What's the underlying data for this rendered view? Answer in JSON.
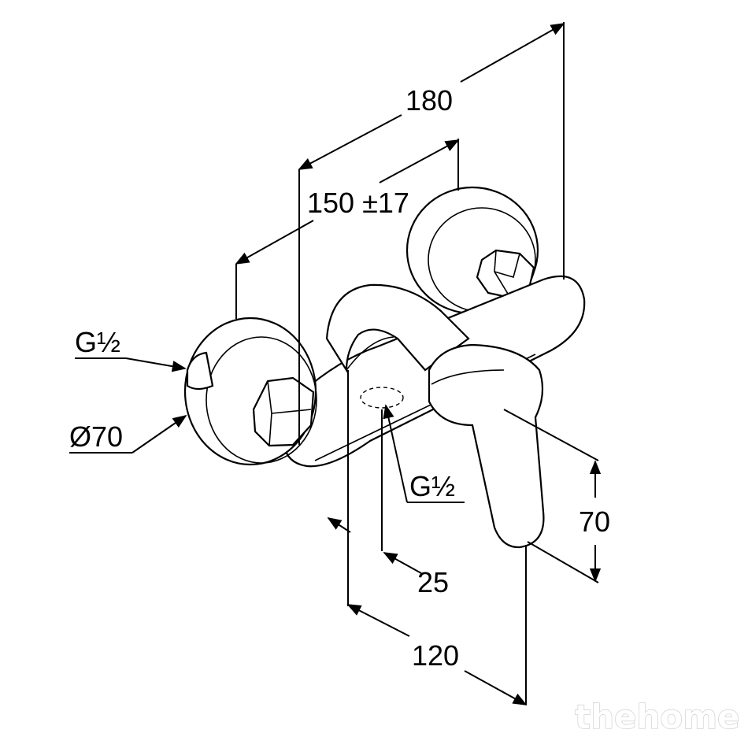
{
  "dimensions": {
    "overall_width": "180",
    "connection_spacing": "150 ±17",
    "inlet_thread": "G½",
    "rosette_diameter": "Ø70",
    "outlet_thread": "G½",
    "outlet_offset": "25",
    "body_depth": "120",
    "lever_height": "70"
  },
  "watermark": "thehome"
}
